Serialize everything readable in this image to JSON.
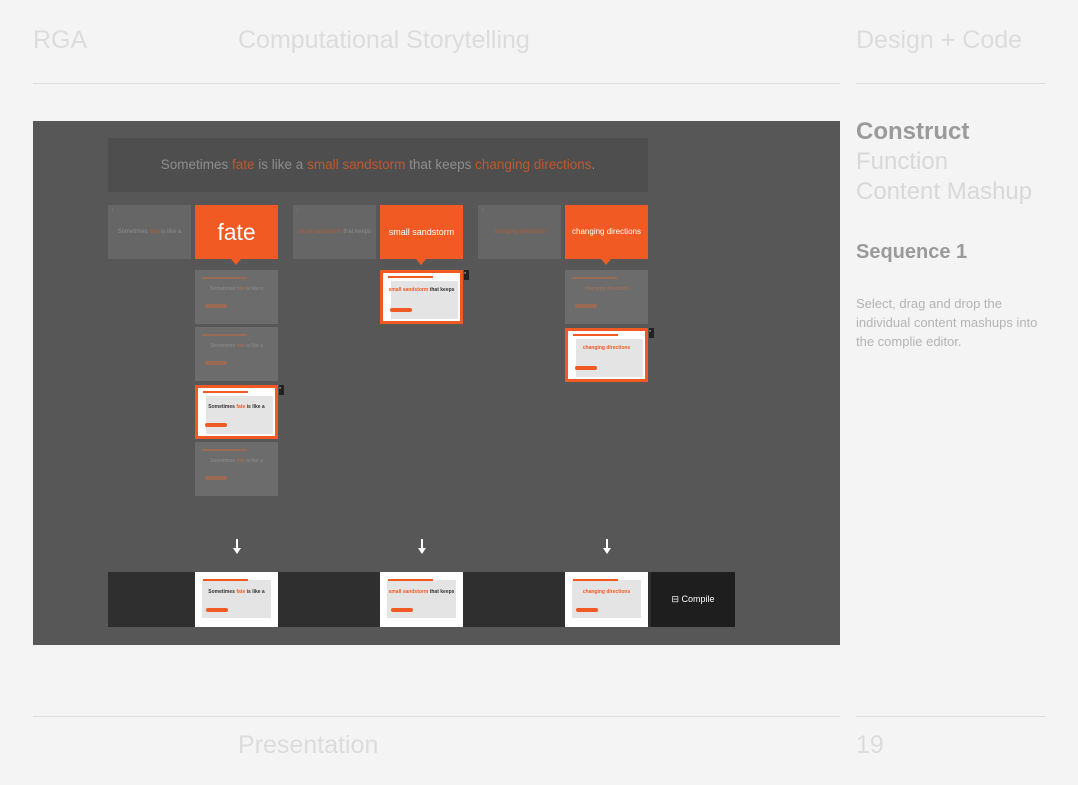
{
  "header": {
    "brand": "RGA",
    "course": "Computational Storytelling",
    "category": "Design + Code"
  },
  "sidebar": {
    "heading": "Construct",
    "steps": [
      "Function",
      "Content Mashup"
    ],
    "sequence": "Sequence 1",
    "description": "Select, drag and drop the individual content mashups into the complie editor."
  },
  "banner": {
    "p1": "Sometimes ",
    "w1": "fate",
    "p2": " is like a ",
    "w2": "small sandstorm",
    "p3": " that keeps ",
    "w3": "changing directions",
    "p4": "."
  },
  "chunks": [
    {
      "num": "1",
      "pre": "Sometimes ",
      "hl": "fate",
      "post": " is like a"
    },
    {
      "num": "2",
      "pre": "",
      "hl": "small sandstorm",
      "post": " that keeps"
    },
    {
      "num": "3",
      "pre": "",
      "hl": "changing directions",
      "post": ""
    }
  ],
  "keywords": [
    "fate",
    "small sandstorm",
    "changing directions"
  ],
  "card_text": {
    "c1a": "Sometimes fate is like a",
    "c1pre": "Sometimes ",
    "c1hl": "fate",
    "c1post": " is like a",
    "c2pre": "",
    "c2hl": "small sandstorm",
    "c2post": " that keeps",
    "c3hl": "changing directions"
  },
  "editor": {
    "compile_label": "Compile"
  },
  "footer": {
    "section": "Presentation",
    "page": "19"
  },
  "colors": {
    "accent": "#f15a22",
    "stage": "#575757"
  }
}
